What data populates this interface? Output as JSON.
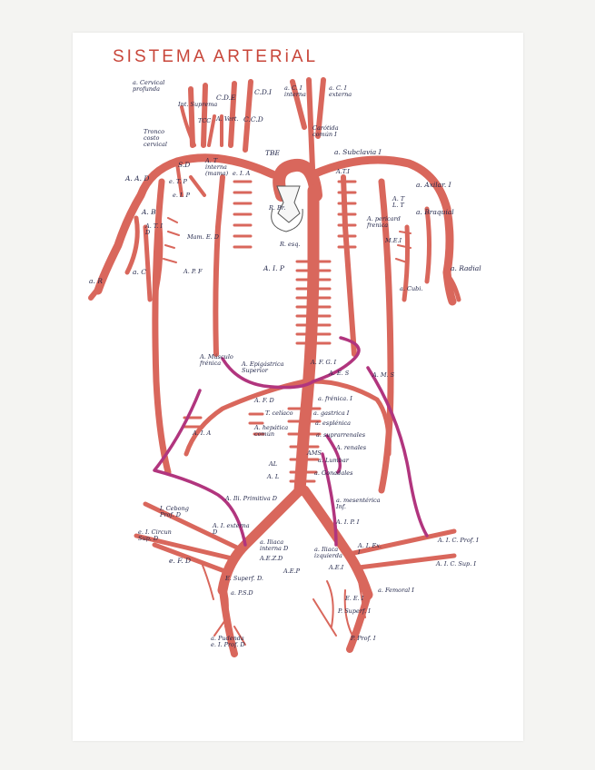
{
  "title": "SISTEMA   ARTERiAL",
  "colors": {
    "artery": "#d9675c",
    "artery_dark": "#b8433a",
    "vein_purple": "#b1357e",
    "ink": "#1f2448",
    "title": "#c8463a"
  },
  "labels": [
    {
      "id": "a-cervical-profunda",
      "text": "a. Cervical\nprofunda"
    },
    {
      "id": "int-suprema",
      "text": "Int. Suprema"
    },
    {
      "id": "cde",
      "text": "C.D.E"
    },
    {
      "id": "cdi",
      "text": "C.D.I"
    },
    {
      "id": "aci-interna",
      "text": "a. C. I\ninterna"
    },
    {
      "id": "aci-externa",
      "text": "a. C. I\nexterna"
    },
    {
      "id": "tronco-costo-cervical",
      "text": "Tronco\ncosto\ncervical"
    },
    {
      "id": "tcc",
      "text": "TCC"
    },
    {
      "id": "a-vert",
      "text": "A. Vert."
    },
    {
      "id": "ccd",
      "text": "C.C.D"
    },
    {
      "id": "carotida-comun",
      "text": "Carótida\ncomún I"
    },
    {
      "id": "tbe",
      "text": "TBE"
    },
    {
      "id": "a-subclavia",
      "text": "a. Subclavia I"
    },
    {
      "id": "sd",
      "text": "S.D"
    },
    {
      "id": "at-interna",
      "text": "A. T\ninterna\n(mama)"
    },
    {
      "id": "e-ia",
      "text": "e. I. A"
    },
    {
      "id": "atl",
      "text": "A.T.I"
    },
    {
      "id": "aad",
      "text": "A. A. D"
    },
    {
      "id": "etp",
      "text": "e. T. P"
    },
    {
      "id": "a-axilar",
      "text": "a. Axilar. I"
    },
    {
      "id": "ab",
      "text": "A. B"
    },
    {
      "id": "eip",
      "text": "e. I. P"
    },
    {
      "id": "at-lt",
      "text": "A. T\nL. T"
    },
    {
      "id": "a-braquial",
      "text": "a. Braquial"
    },
    {
      "id": "ati-d",
      "text": "A. T. I\nD"
    },
    {
      "id": "mam-ed",
      "text": "Mam. E. D"
    },
    {
      "id": "r-br",
      "text": "R. Br."
    },
    {
      "id": "a-pericard",
      "text": "A. pericard\nfrenica"
    },
    {
      "id": "mei",
      "text": "M.E.I"
    },
    {
      "id": "r-esq",
      "text": "R. esq."
    },
    {
      "id": "ar",
      "text": "a. R"
    },
    {
      "id": "ac",
      "text": "a. C"
    },
    {
      "id": "apf",
      "text": "A. P. F"
    },
    {
      "id": "aip",
      "text": "A. I. P"
    },
    {
      "id": "a-radial",
      "text": "a. Radial"
    },
    {
      "id": "a-cubi",
      "text": "a. Cubi."
    },
    {
      "id": "a-musculo-frenica",
      "text": "A. Músculo\nfrénica"
    },
    {
      "id": "a-epigastrica-superior",
      "text": "A. Epigástrica\nSuperior"
    },
    {
      "id": "afgi",
      "text": "A. F. G. I"
    },
    {
      "id": "aes",
      "text": "A. E. S"
    },
    {
      "id": "ams-upper",
      "text": "A. M. S"
    },
    {
      "id": "afd",
      "text": "A. F. D"
    },
    {
      "id": "a-frenica-i",
      "text": "a. frénica. I"
    },
    {
      "id": "t-celiaco",
      "text": "T. celíaco"
    },
    {
      "id": "a-gastrica-i",
      "text": "a. gastrica I"
    },
    {
      "id": "a-esplenica",
      "text": "a. esplénica"
    },
    {
      "id": "aia",
      "text": "A. I. A"
    },
    {
      "id": "a-hepatica-comun",
      "text": "A. hepática\ncomún"
    },
    {
      "id": "a-suprarrenales",
      "text": "a. suprarrenales"
    },
    {
      "id": "a-renales",
      "text": "A. renales"
    },
    {
      "id": "ams",
      "text": "AMS"
    },
    {
      "id": "a-lumbar",
      "text": "a. Lumbar"
    },
    {
      "id": "al-1",
      "text": "AL"
    },
    {
      "id": "al-2",
      "text": "A. L"
    },
    {
      "id": "a-gonadales",
      "text": "a. Gonadales"
    },
    {
      "id": "i-cebong-prof-d",
      "text": "I. Cebong\nProf. D"
    },
    {
      "id": "a-ili-primitiva-d",
      "text": "A. Ili. Primitiva D"
    },
    {
      "id": "a-mesenterica-inf",
      "text": "a. mesentérica\nInf."
    },
    {
      "id": "a-i-externa-d",
      "text": "A. I. externa\nD"
    },
    {
      "id": "aipi",
      "text": "A. I. P. I"
    },
    {
      "id": "e-i-circ-sup-d",
      "text": "e. I. Circun\nSup. D"
    },
    {
      "id": "aic-prof-i",
      "text": "A. I. C. Prof. I"
    },
    {
      "id": "a-iliaca-interna-d",
      "text": "a. Iliaca\ninterna D"
    },
    {
      "id": "aie-i",
      "text": "A. I. Ex.\nI"
    },
    {
      "id": "a-iliaca-izquierda",
      "text": "a. Iliaca\nizquierda"
    },
    {
      "id": "aic-sup-i",
      "text": "A. I. C. Sup. I"
    },
    {
      "id": "e-fd",
      "text": "e. F. D"
    },
    {
      "id": "aezd",
      "text": "A.E.Z.D"
    },
    {
      "id": "aep",
      "text": "A.E.P"
    },
    {
      "id": "aei",
      "text": "A.E.I"
    },
    {
      "id": "e-superf-d",
      "text": "E. Superf. D."
    },
    {
      "id": "a-femoral-i",
      "text": "a. Femoral I"
    },
    {
      "id": "psd",
      "text": "a. P.S.D"
    },
    {
      "id": "eei",
      "text": "E. E. I"
    },
    {
      "id": "p-superf-i",
      "text": "P. Superf. I"
    },
    {
      "id": "a-pudenda",
      "text": "a. Pudenda\ne. I. Prof. D"
    },
    {
      "id": "ppi",
      "text": "P. Prof. I"
    }
  ]
}
